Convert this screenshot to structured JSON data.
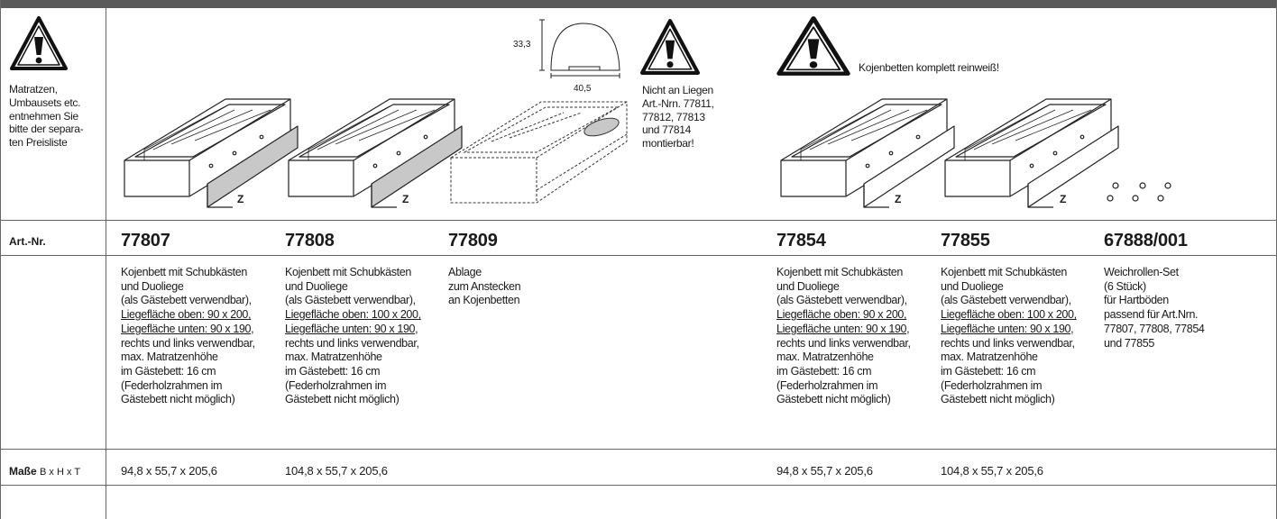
{
  "left_note": [
    "Matratzen,",
    "Umbausets etc.",
    "entnehmen Sie",
    "bitte der separa-",
    "ten Preisliste"
  ],
  "mid_note": [
    "Nicht an Liegen",
    "Art.-Nrn. 77811,",
    "77812, 77813",
    "und 77814",
    "montierbar!"
  ],
  "right_note": "Kojenbetten komplett reinweiß!",
  "dimension_labels": {
    "height": "33,3",
    "width": "40,5"
  },
  "z_marker": "Z",
  "row_labels": {
    "art_nr": "Art.-Nr.",
    "masse": "Maße",
    "masse_unit": "B x H x T"
  },
  "products": [
    {
      "art_nr": "77807",
      "description": [
        "Kojenbett mit Schubkästen",
        "und Duoliege",
        "(als Gästebett verwendbar),",
        "Liegefläche oben: 90 x 200,",
        "Liegefläche unten: 90 x 190,",
        "rechts und links verwendbar,",
        "max. Matratzenhöhe",
        "im Gästebett: 16 cm",
        "(Federholzrahmen im",
        "Gästebett nicht möglich)"
      ],
      "dimensions": "94,8 x 55,7 x 205,6"
    },
    {
      "art_nr": "77808",
      "description": [
        "Kojenbett mit Schubkästen",
        "und Duoliege",
        "(als Gästebett verwendbar),",
        "Liegefläche oben: 100 x 200,",
        "Liegefläche unten: 90 x 190,",
        "rechts und links verwendbar,",
        "max. Matratzenhöhe",
        "im Gästebett: 16 cm",
        "(Federholzrahmen im",
        "Gästebett nicht möglich)"
      ],
      "dimensions": "104,8 x 55,7 x 205,6"
    },
    {
      "art_nr": "77809",
      "description": [
        "Ablage",
        "zum Anstecken",
        "an Kojenbetten"
      ],
      "dimensions": ""
    },
    {
      "art_nr": "77854",
      "description": [
        "Kojenbett mit Schubkästen",
        "und Duoliege",
        "(als Gästebett verwendbar),",
        "Liegefläche oben: 90 x 200,",
        "Liegefläche unten: 90 x 190,",
        "rechts und links verwendbar,",
        "max. Matratzenhöhe",
        "im Gästebett: 16 cm",
        "(Federholzrahmen im",
        "Gästebett nicht möglich)"
      ],
      "dimensions": "94,8 x 55,7 x 205,6"
    },
    {
      "art_nr": "77855",
      "description": [
        "Kojenbett mit Schubkästen",
        "und Duoliege",
        "(als Gästebett verwendbar),",
        "Liegefläche oben: 100 x 200,",
        "Liegefläche unten: 90 x 190,",
        "rechts und links verwendbar,",
        "max. Matratzenhöhe",
        "im Gästebett: 16 cm",
        "(Federholzrahmen im",
        "Gästebett nicht möglich)"
      ],
      "dimensions": "104,8 x 55,7 x 205,6"
    },
    {
      "art_nr": "67888/001",
      "description": [
        "Weichrollen-Set",
        "(6 Stück)",
        "für Hartböden",
        "passend für Art.Nrn.",
        "77807, 77808, 77854",
        "und 77855"
      ],
      "dimensions": ""
    }
  ]
}
